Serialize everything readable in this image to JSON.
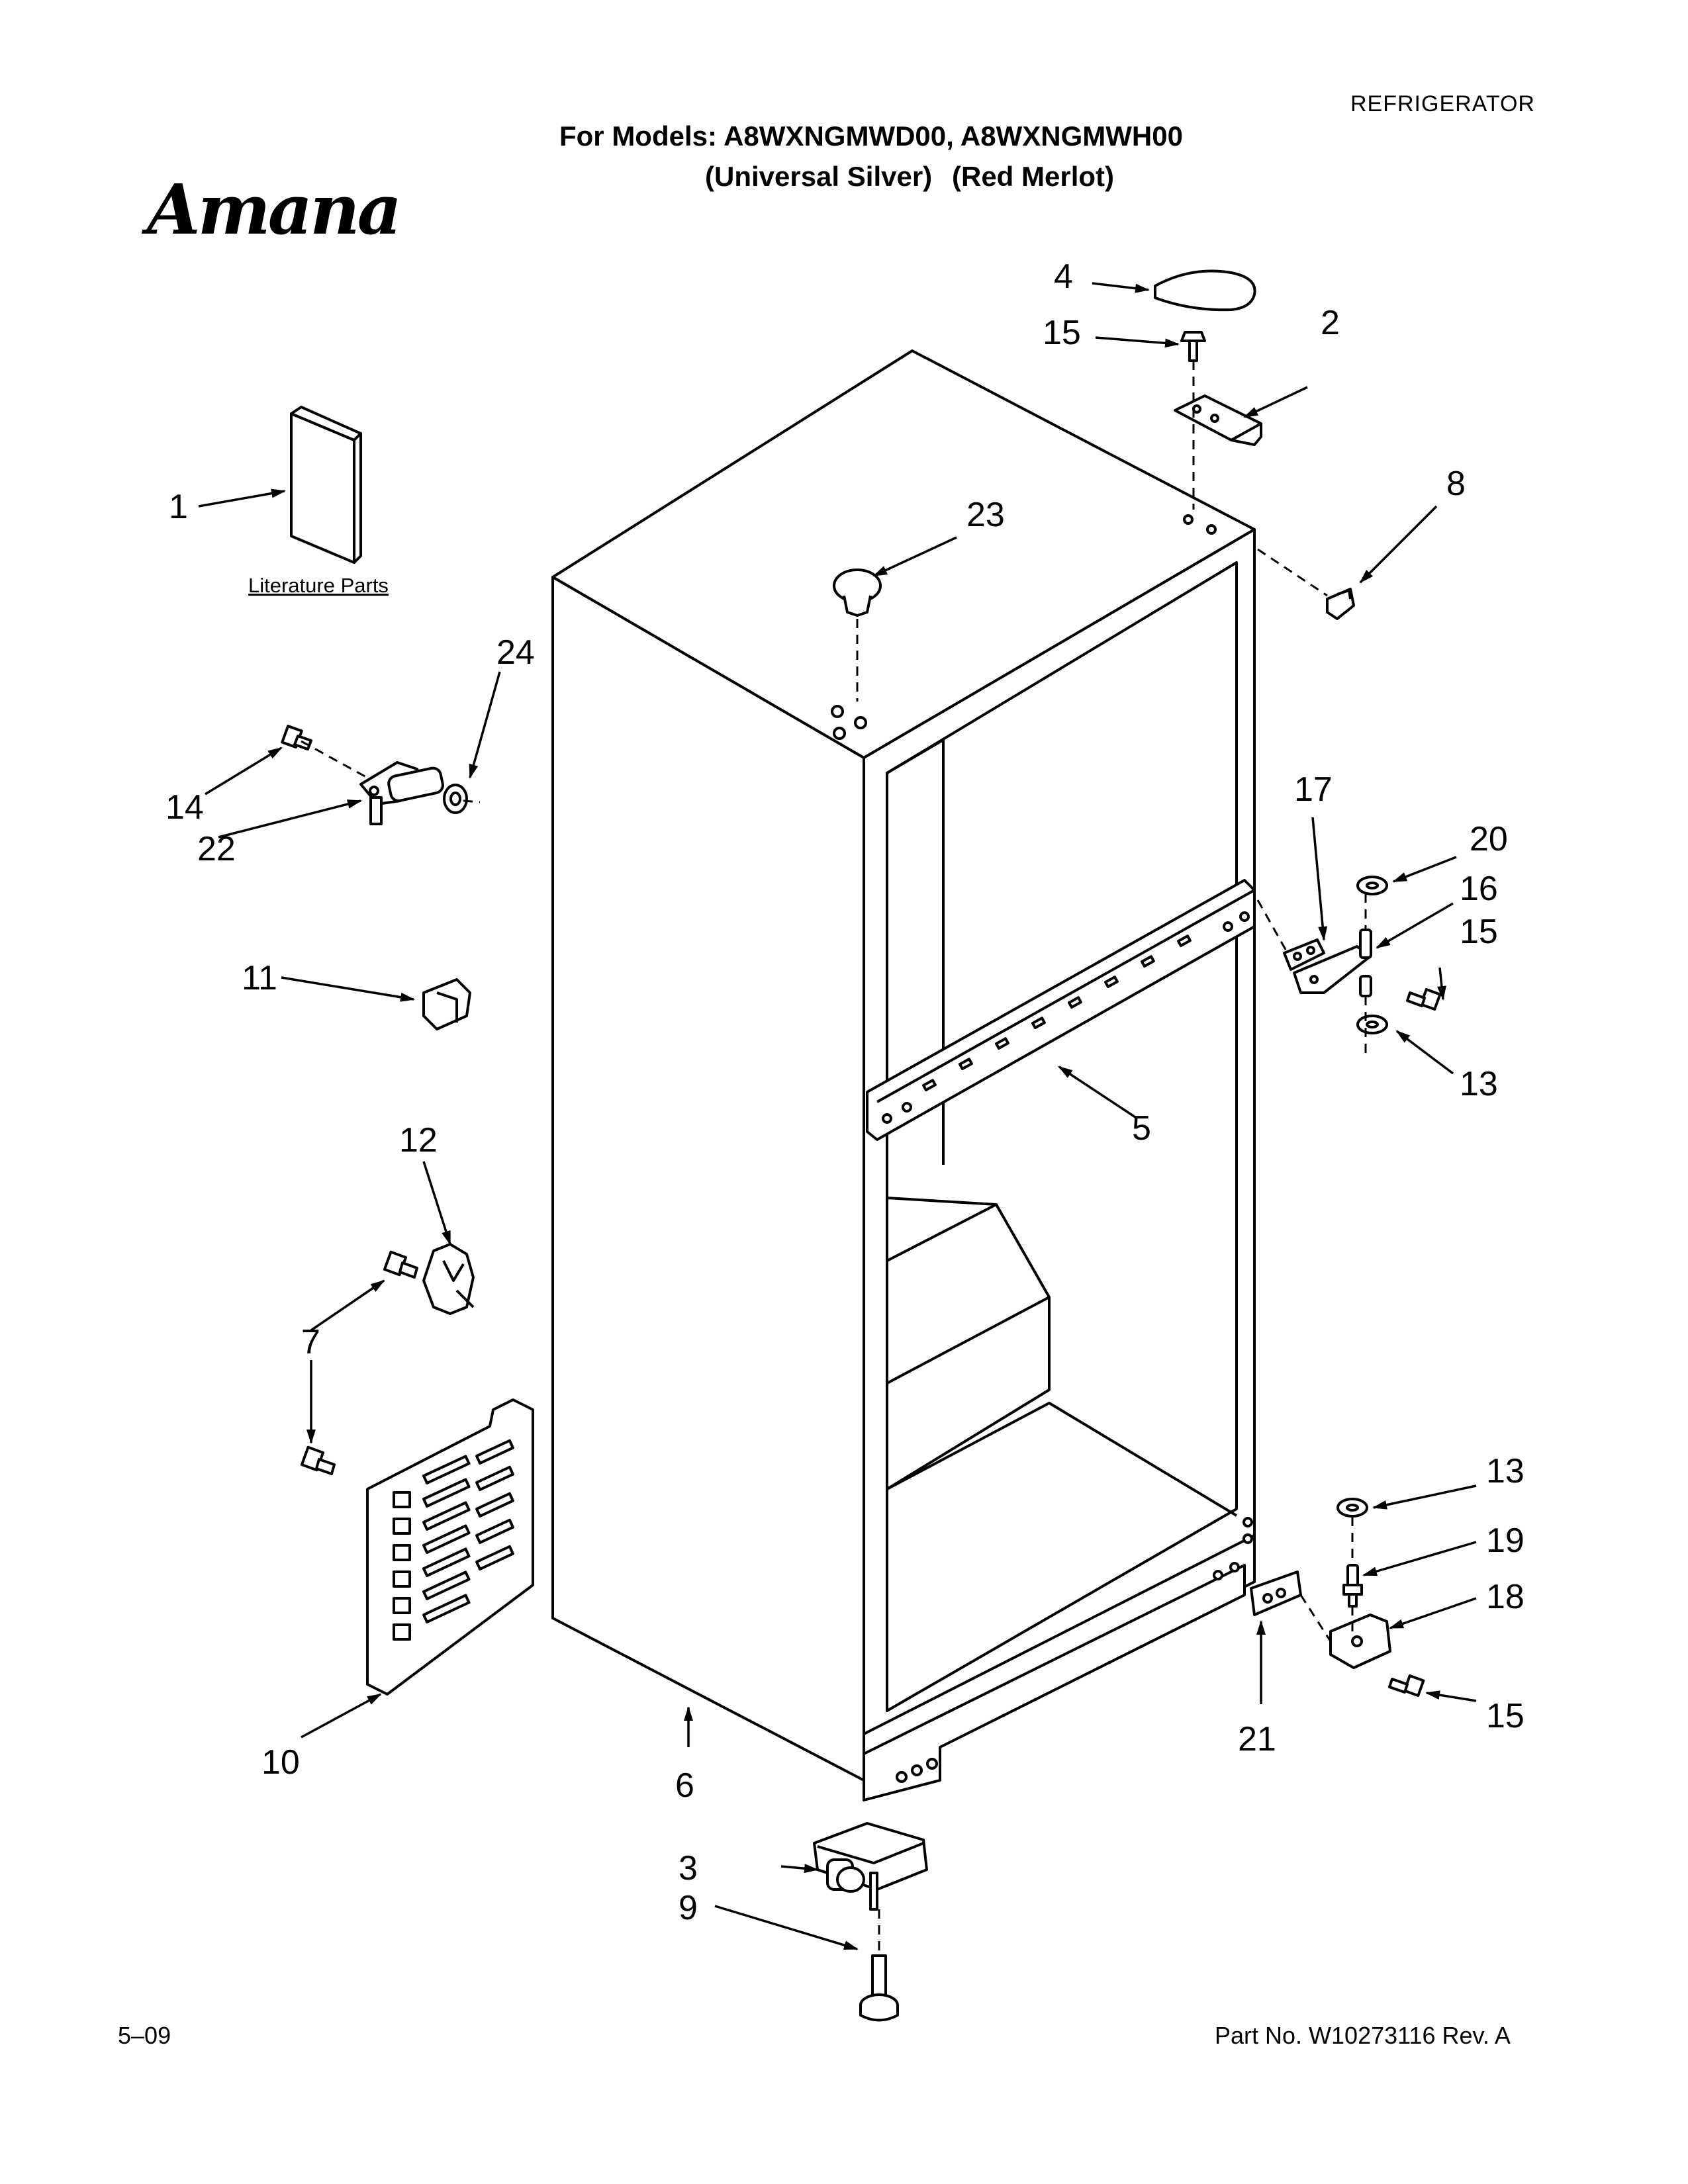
{
  "header": {
    "category": "REFRIGERATOR",
    "models_line": "For Models: A8WXNGMWD00, A8WXNGMWH00",
    "finish_1": "(Universal Silver)",
    "finish_2": "(Red Merlot)",
    "brand_logo": "Amana"
  },
  "footer": {
    "date": "5–09",
    "part_number": "Part No. W10273116 Rev. A"
  },
  "diagram": {
    "literature_label": "Literature Parts",
    "callouts": [
      "1",
      "2",
      "3",
      "4",
      "5",
      "6",
      "7",
      "8",
      "9",
      "10",
      "11",
      "12",
      "13",
      "13",
      "14",
      "15",
      "15",
      "15",
      "16",
      "17",
      "18",
      "19",
      "20",
      "21",
      "22",
      "23",
      "24"
    ]
  }
}
